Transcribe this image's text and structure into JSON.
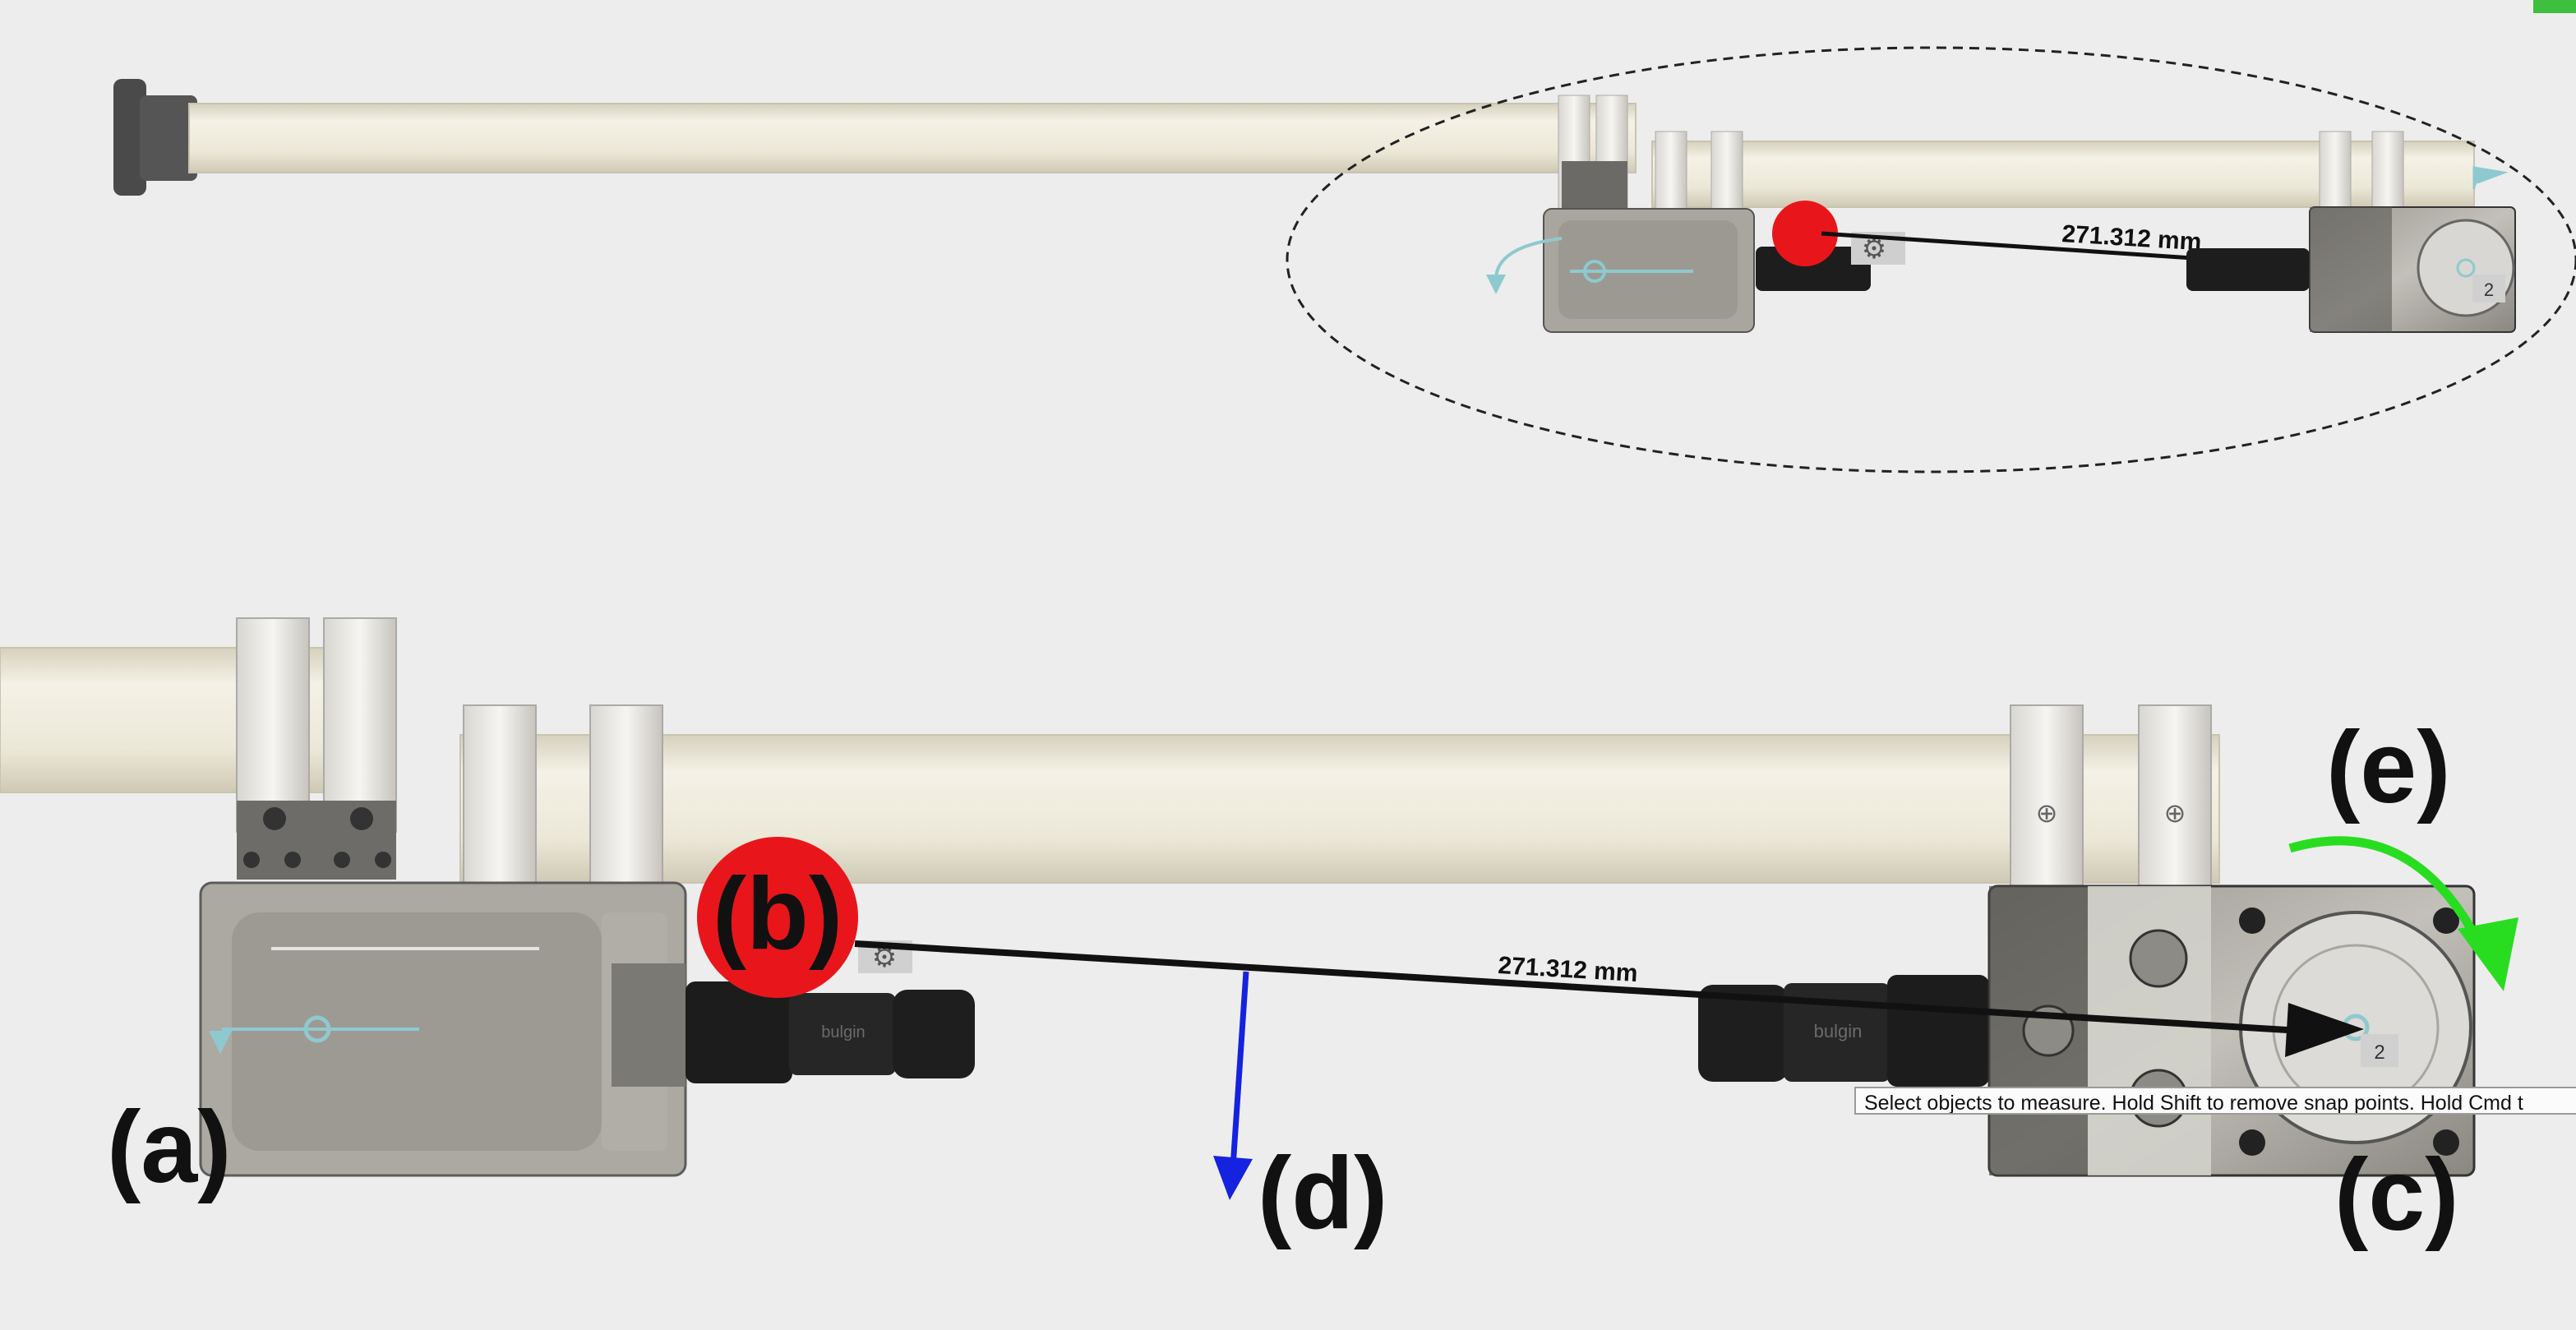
{
  "measurement": {
    "distance_overview": "271.312 mm",
    "distance_detail": "271.312 mm"
  },
  "point_badges": {
    "overview": "2",
    "detail": "2"
  },
  "labels": {
    "a": "(a)",
    "b": "(b)",
    "c": "(c)",
    "d": "(d)",
    "e": "(e)"
  },
  "connector": {
    "left_text": "bulgin",
    "right_text": "bulgin"
  },
  "tooltip": {
    "text": "Select objects to measure. Hold Shift to remove snap points. Hold Cmd t"
  },
  "colors": {
    "background": "#ededed",
    "tube": "#ece8d8",
    "enclosure": "#a9a6a0",
    "highlight_red": "#e8161b",
    "arrow_blue": "#1522e0",
    "arrow_green": "#28dd20",
    "gizmo": "#8ec9cf",
    "black": "#111111"
  },
  "icons": {
    "gear": "gear-icon",
    "flag": "flag-icon"
  }
}
